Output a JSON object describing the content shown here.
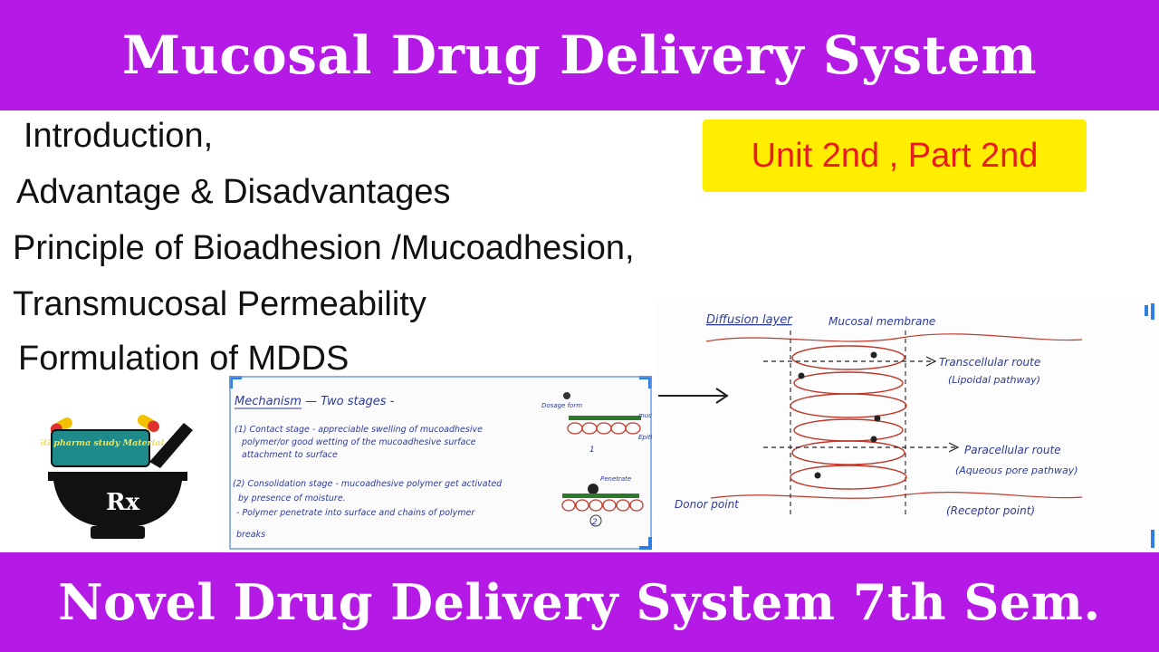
{
  "header": {
    "title": "Mucosal Drug Delivery System"
  },
  "topics": [
    "Introduction,",
    "Advantage & Disadvantages",
    "Principle of Bioadhesion /Mucoadhesion,",
    "Transmucosal Permeability",
    "Formulation of MDDS"
  ],
  "badge": {
    "text": "Unit 2nd , Part 2nd"
  },
  "footer": {
    "title": "Novel Drug Delivery System 7th Sem."
  },
  "logo": {
    "text": "SG pharma study Material",
    "symbol": "Rx"
  },
  "notes_left": {
    "heading": "Mechanism — Two stages -",
    "lines": [
      "(1) Contact stage - appreciable swelling of mucoadhesive",
      "polymer/or good wetting of the mucoadhesive surface",
      "attachment to surface",
      "(2) Consolidation stage - mucoadhesive polymer get activated",
      "by presence of moisture.",
      "- Polymer penetrate into surface and chains of polymer",
      "breaks"
    ],
    "fig_labels": [
      "Dosage form",
      "muc",
      "Epith",
      "Penetrate",
      "1",
      "2"
    ]
  },
  "notes_right": {
    "diffusion_layer": "Diffusion layer",
    "mucosal_membrane": "Mucosal membrane",
    "transcellular": "Transcellular route",
    "transcellular_sub": "(Lipoidal pathway)",
    "paracellular": "Paracellular route",
    "paracellular_sub": "(Aqueous pore pathway)",
    "donor": "Donor point",
    "receptor": "(Receptor point)"
  },
  "colors": {
    "band": "#b519e6",
    "badge_bg": "#ffee00",
    "badge_text": "#e81c1c",
    "frame": "#2f7fe0",
    "ink_blue": "#2d3b9a",
    "ink_red": "#c0392b"
  }
}
